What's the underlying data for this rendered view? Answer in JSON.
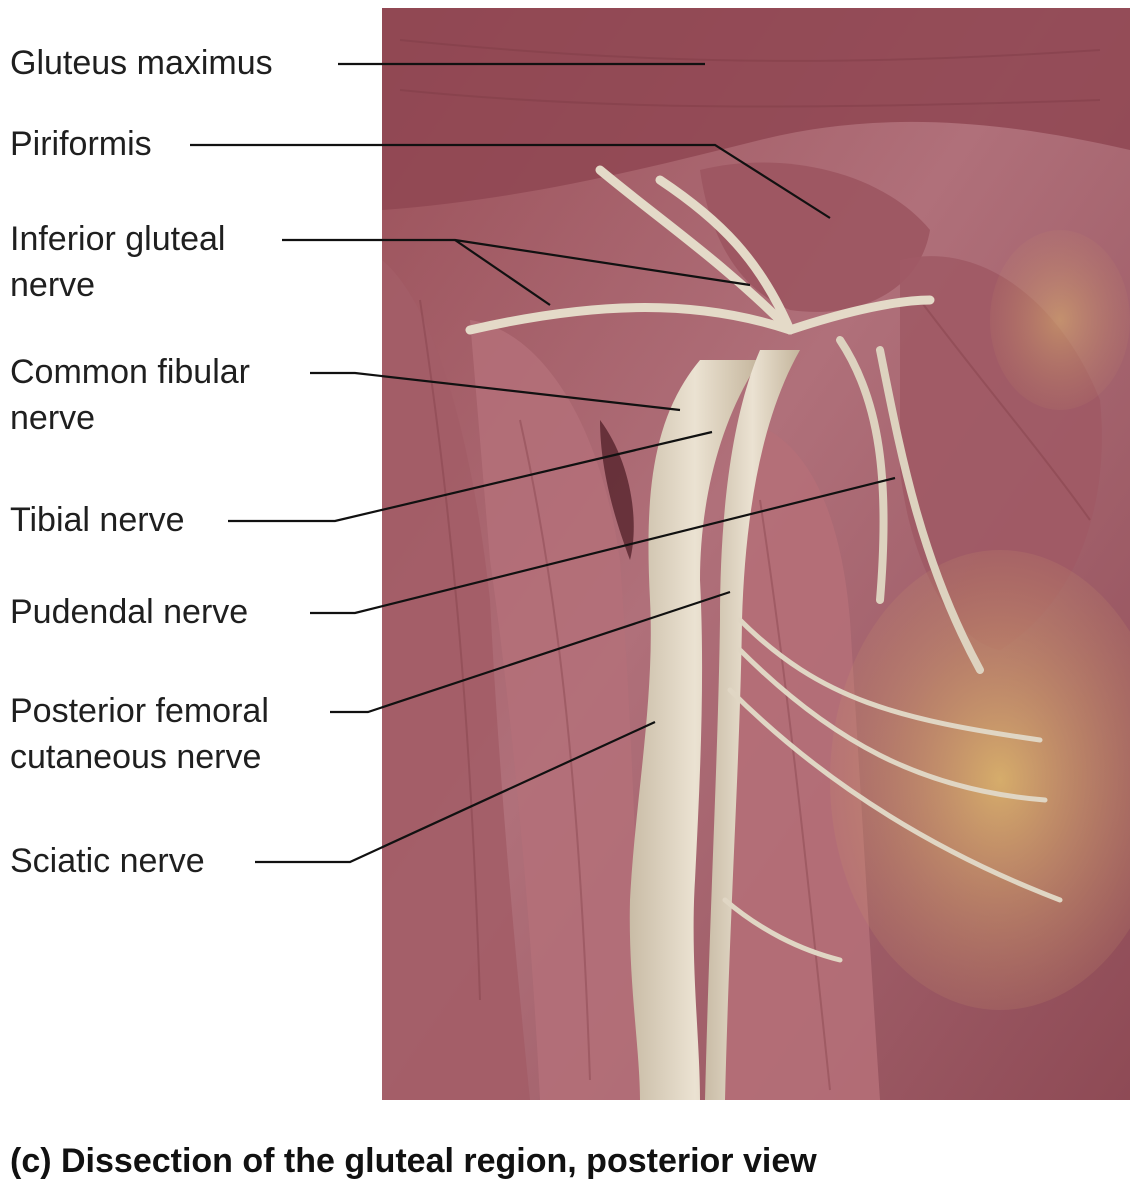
{
  "labels": {
    "gluteus_maximus": "Gluteus maximus",
    "piriformis": "Piriformis",
    "inferior_gluteal_nerve_line1": "Inferior gluteal",
    "inferior_gluteal_nerve_line2": "nerve",
    "common_fibular_nerve_line1": "Common fibular",
    "common_fibular_nerve_line2": "nerve",
    "tibial_nerve": "Tibial nerve",
    "pudendal_nerve": "Pudendal nerve",
    "posterior_femoral_line1": "Posterior femoral",
    "posterior_femoral_line2": "cutaneous nerve",
    "sciatic_nerve": "Sciatic nerve"
  },
  "caption": "(c) Dissection of the gluteal region, posterior view",
  "colors": {
    "muscle": "#a8636a",
    "muscle_dark": "#7e3c45",
    "nerve": "#ddd2bf",
    "fat": "#d9b36a",
    "leader": "#111111"
  }
}
